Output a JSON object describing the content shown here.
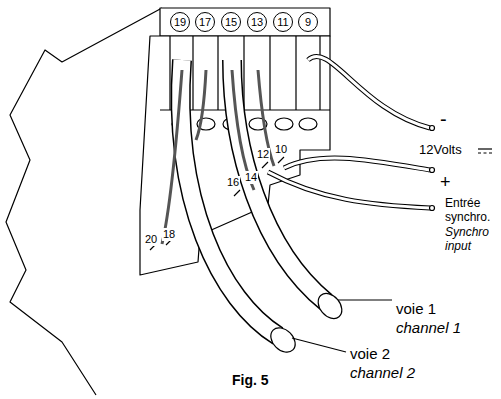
{
  "diagram": {
    "caption": "Fig. 5",
    "nodes": [
      {
        "text": [
          "19"
        ]
      },
      {
        "text": [
          "17"
        ]
      },
      {
        "text": [
          "15"
        ]
      },
      {
        "text": [
          "13"
        ]
      },
      {
        "text": [
          "11"
        ]
      },
      {
        "text": [
          "9"
        ]
      }
    ],
    "labels": [
      "20",
      "18",
      "16",
      "14",
      "12",
      "10",
      "-",
      "12Volts",
      "+",
      "Entrée synchro.",
      "Synchro input",
      "voie 1",
      "channel 1",
      "voie 2",
      "channel 2"
    ]
  }
}
